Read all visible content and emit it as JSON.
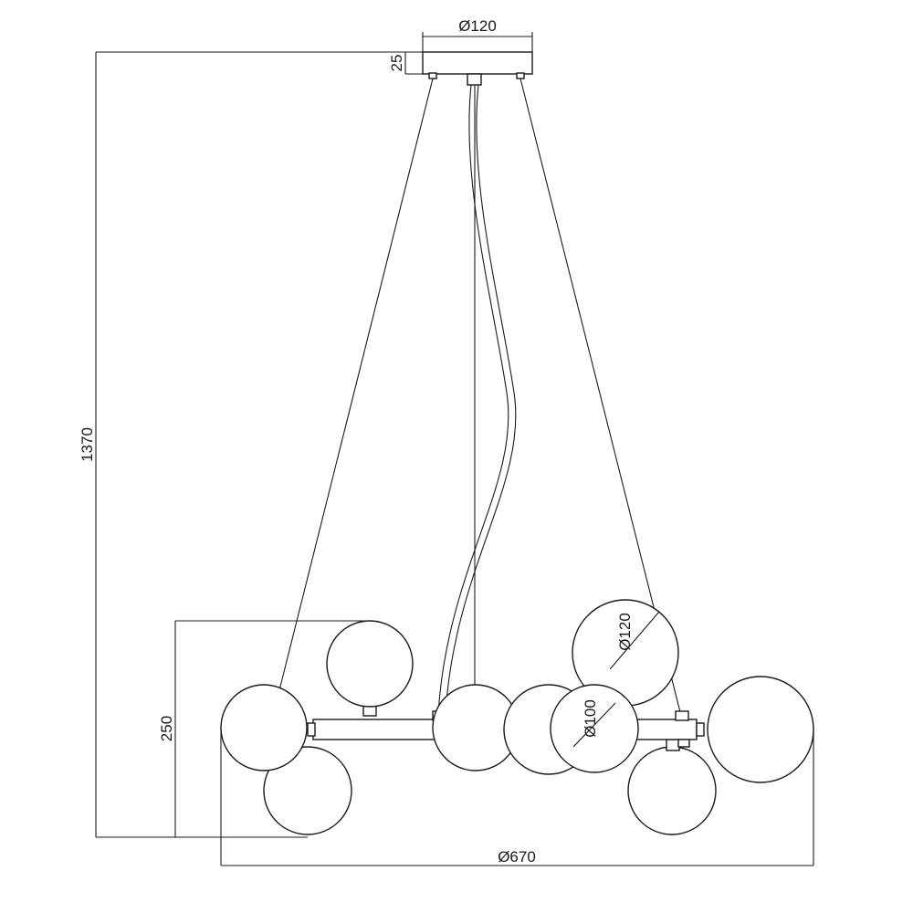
{
  "dimensions": {
    "canopy_diameter": "Ø120",
    "canopy_height": "25",
    "total_height": "1370",
    "fixture_height": "250",
    "globe_large_diameter": "Ø120",
    "globe_small_diameter": "Ø100",
    "overall_diameter": "Ø670"
  }
}
